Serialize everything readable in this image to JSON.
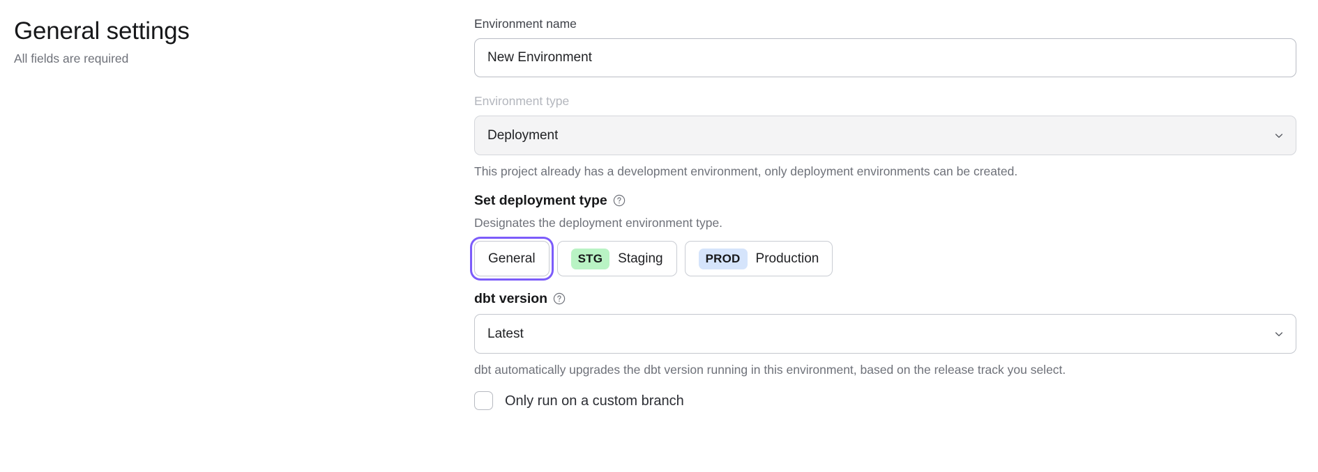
{
  "left": {
    "title": "General settings",
    "subtitle": "All fields are required"
  },
  "form": {
    "environment_name": {
      "label": "Environment name",
      "value": "New Environment",
      "placeholder": "Environment name"
    },
    "environment_type": {
      "label": "Environment type",
      "value": "Deployment",
      "disabled": true,
      "chevron_icon": "chevron-down-icon",
      "help_text": "This project already has a development environment, only deployment environments can be created."
    },
    "deployment_type": {
      "heading": "Set deployment type",
      "heading_icon": "help-circle-icon",
      "description": "Designates the deployment environment type.",
      "options": [
        {
          "label": "General",
          "badge": "",
          "badge_color": "",
          "selected": true
        },
        {
          "label": "Staging",
          "badge": "STG",
          "badge_color": "#b9f3c4",
          "selected": false
        },
        {
          "label": "Production",
          "badge": "PROD",
          "badge_color": "#d5e4fb",
          "selected": false
        }
      ]
    },
    "dbt_version": {
      "label": "dbt version",
      "label_icon": "help-circle-icon",
      "value": "Latest",
      "chevron_icon": "chevron-down-icon",
      "help_text": "dbt automatically upgrades the dbt version running in this environment, based on the release track you select."
    },
    "custom_branch": {
      "label": "Only run on a custom branch",
      "checked": false
    }
  },
  "colors": {
    "focus_ring": "#7c5cfa",
    "staging_badge": "#b9f3c4",
    "production_badge": "#d5e4fb",
    "muted_text": "#6e7179",
    "disabled_label": "#b3b6bd"
  }
}
